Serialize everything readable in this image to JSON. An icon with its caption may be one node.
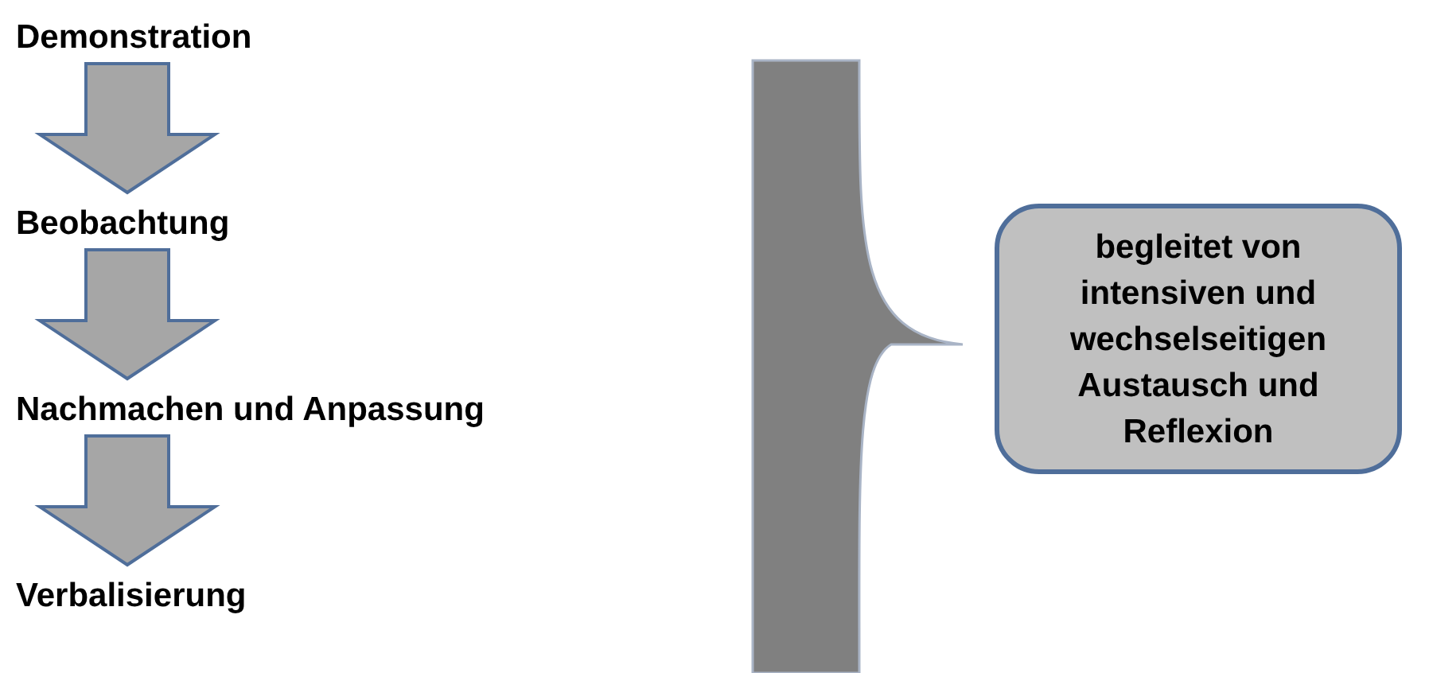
{
  "diagram": {
    "nodes": [
      {
        "text": [
          "Demonstration"
        ]
      },
      {
        "text": [
          "Beobachtung"
        ]
      },
      {
        "text": [
          "Nachmachen und Anpassung"
        ]
      },
      {
        "text": [
          "Verbalisierung"
        ]
      },
      {
        "text": [],
        "shape": "brace"
      },
      {
        "text": [
          "begleitet von intensiven und wechselseitigen Austausch und Reflexion"
        ]
      }
    ],
    "edges": [
      {
        "from": 0,
        "to": 1,
        "arrow": "to"
      },
      {
        "from": 1,
        "to": 2,
        "arrow": "to"
      },
      {
        "from": 2,
        "to": 3,
        "arrow": "to"
      }
    ]
  }
}
